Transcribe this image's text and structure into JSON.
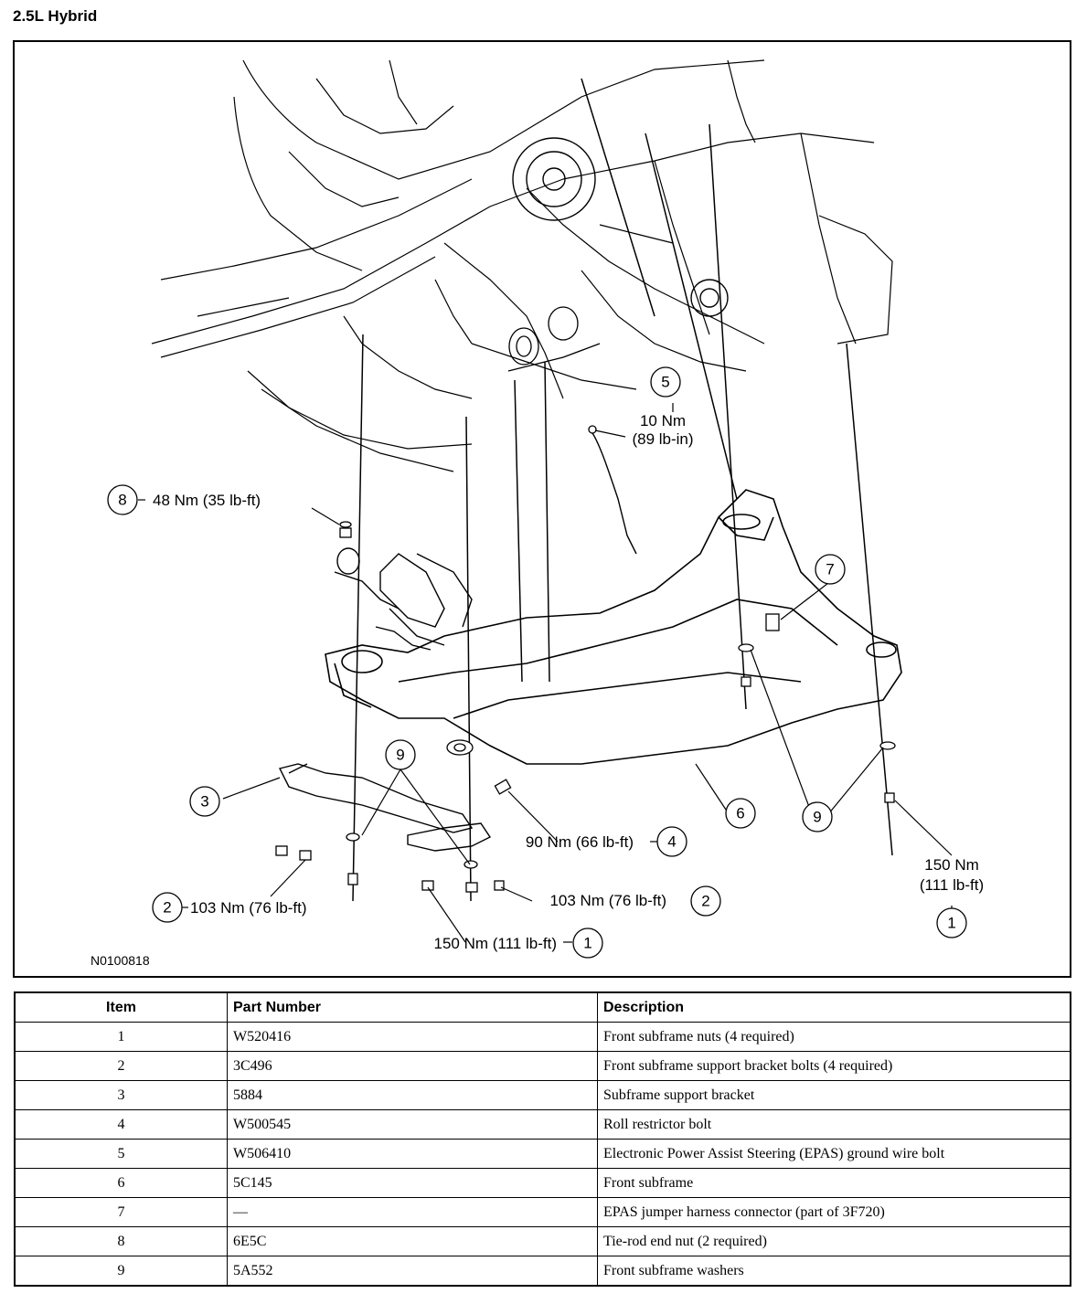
{
  "page": {
    "title": "2.5L Hybrid"
  },
  "figure": {
    "id": "N0100818",
    "callouts": [
      {
        "item": "1",
        "torque": "150 Nm (111 lb-ft)"
      },
      {
        "item": "1",
        "torque_line1": "150 Nm",
        "torque_line2": "(111 lb-ft)"
      },
      {
        "item": "2",
        "torque": "103 Nm (76 lb-ft)"
      },
      {
        "item": "2",
        "torque": "103 Nm (76 lb-ft)"
      },
      {
        "item": "3"
      },
      {
        "item": "4",
        "torque": "90 Nm (66 lb-ft)"
      },
      {
        "item": "5",
        "torque_line1": "10 Nm",
        "torque_line2": "(89 lb-in)"
      },
      {
        "item": "6"
      },
      {
        "item": "7"
      },
      {
        "item": "8",
        "torque": "48 Nm (35 lb-ft)"
      },
      {
        "item": "9"
      },
      {
        "item": "9"
      }
    ]
  },
  "table": {
    "headers": {
      "item": "Item",
      "part_number": "Part Number",
      "description": "Description"
    },
    "rows": [
      {
        "item": "1",
        "part_number": "W520416",
        "description": "Front subframe nuts (4 required)"
      },
      {
        "item": "2",
        "part_number": "3C496",
        "description": "Front subframe support bracket bolts (4 required)"
      },
      {
        "item": "3",
        "part_number": "5884",
        "description": "Subframe support bracket"
      },
      {
        "item": "4",
        "part_number": "W500545",
        "description": "Roll restrictor bolt"
      },
      {
        "item": "5",
        "part_number": "W506410",
        "description": "Electronic Power Assist Steering (EPAS) ground wire bolt"
      },
      {
        "item": "6",
        "part_number": "5C145",
        "description": "Front subframe"
      },
      {
        "item": "7",
        "part_number": "—",
        "description": "EPAS jumper harness connector (part of 3F720)"
      },
      {
        "item": "8",
        "part_number": "6E5C",
        "description": "Tie-rod end nut (2 required)"
      },
      {
        "item": "9",
        "part_number": "5A552",
        "description": "Front subframe washers"
      }
    ]
  }
}
